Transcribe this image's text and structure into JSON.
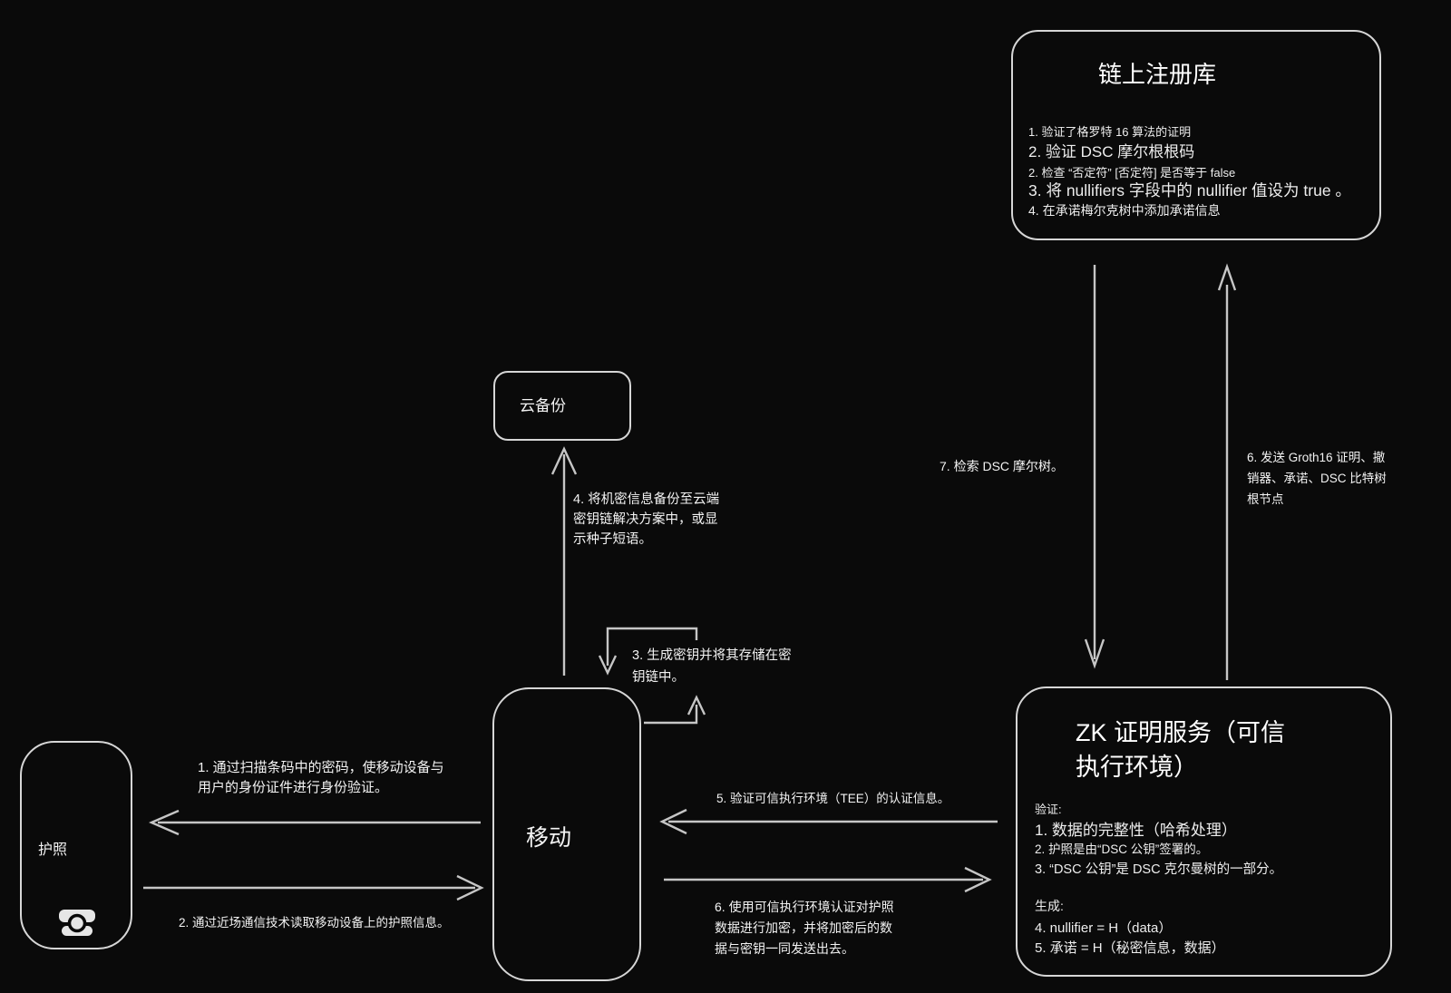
{
  "diagram": {
    "colors": {
      "background": "#0a0a0a",
      "box_border": "#d6d6d6",
      "text": "#f1f1f1",
      "arrow": "#c6c6c6"
    },
    "nodes": {
      "registry": {
        "title": "链上注册库",
        "items": [
          "1. 验证了格罗特 16 算法的证明",
          "2. 验证 DSC 摩尔根根码",
          "2. 检查 “否定符” [否定符] 是否等于 false",
          "3. 将 nullifiers 字段中的 nullifier 值设为 true 。",
          "4. 在承诺梅尔克树中添加承诺信息"
        ]
      },
      "cloud": {
        "label": "云备份"
      },
      "passport": {
        "label": "护照",
        "icon": "id-card-icon"
      },
      "mobile": {
        "label": "移动"
      },
      "zk": {
        "title_lines": [
          "ZK 证明服务（可信",
          "执行环境）"
        ],
        "verify_header": "验证:",
        "verify_items": [
          "1. 数据的完整性（哈希处理）",
          "2. 护照是由“DSC 公钥”签署的。",
          "3. “DSC 公钥”是 DSC 克尔曼树的一部分。"
        ],
        "generate_header": "生成:",
        "generate_items": [
          "4. nullifier = H（data）",
          "5. 承诺 = H（秘密信息，数据）"
        ]
      }
    },
    "edges": {
      "auth_password": {
        "lines": [
          "1. 通过扫描条码中的密码，使移动设备与",
          "用户的身份证件进行身份验证。"
        ]
      },
      "nfc_read": {
        "lines": [
          "2. 通过近场通信技术读取移动设备上的护照信息。"
        ]
      },
      "gen_key": {
        "lines": [
          "3. 生成密钥并将其存储在密",
          "钥链中。"
        ]
      },
      "backup": {
        "lines": [
          "4. 将机密信息备份至云端",
          "密钥链解决方案中，或显",
          "示种子短语。"
        ]
      },
      "verify_tee": {
        "lines": [
          "5. 验证可信执行环境（TEE）的认证信息。"
        ]
      },
      "encrypt_send": {
        "lines": [
          "6. 使用可信执行环境认证对护照",
          "数据进行加密，并将加密后的数",
          "据与密钥一同发送出去。"
        ]
      },
      "retrieve_dsc": {
        "lines": [
          "7. 检索 DSC 摩尔树。"
        ]
      },
      "send_proof": {
        "lines": [
          "6. 发送 Groth16 证明、撤",
          "销器、承诺、DSC 比特树",
          "根节点"
        ]
      }
    }
  }
}
